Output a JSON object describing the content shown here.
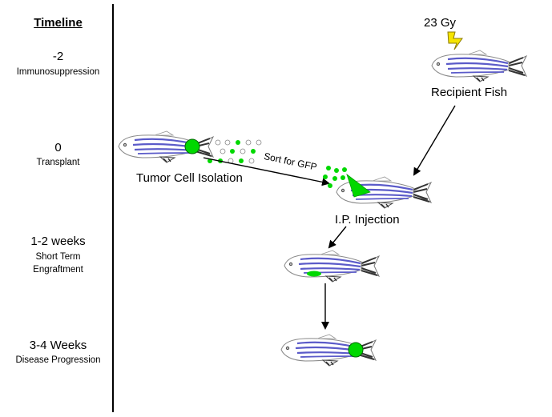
{
  "timeline": {
    "title": "Timeline",
    "stages": [
      {
        "time": "-2",
        "desc": "Immunosuppression"
      },
      {
        "time": "0",
        "desc": "Transplant"
      },
      {
        "time": "1-2 weeks",
        "desc": "Short Term",
        "desc2": "Engraftment"
      },
      {
        "time": "3-4 Weeks",
        "desc": "Disease Progression"
      }
    ]
  },
  "labels": {
    "dose": "23 Gy",
    "recipient": "Recipient Fish",
    "tumor_isolation": "Tumor Cell Isolation",
    "sort": "Sort for GFP",
    "ip_injection": "I.P. Injection"
  },
  "colors": {
    "gfp": "#00d800",
    "stripe": "#5b5bc9",
    "bolt": "#f5e400",
    "line": "#000000"
  },
  "icons": [
    "fish-icon",
    "lightning-bolt-icon",
    "syringe-icon",
    "arrow-icon"
  ]
}
